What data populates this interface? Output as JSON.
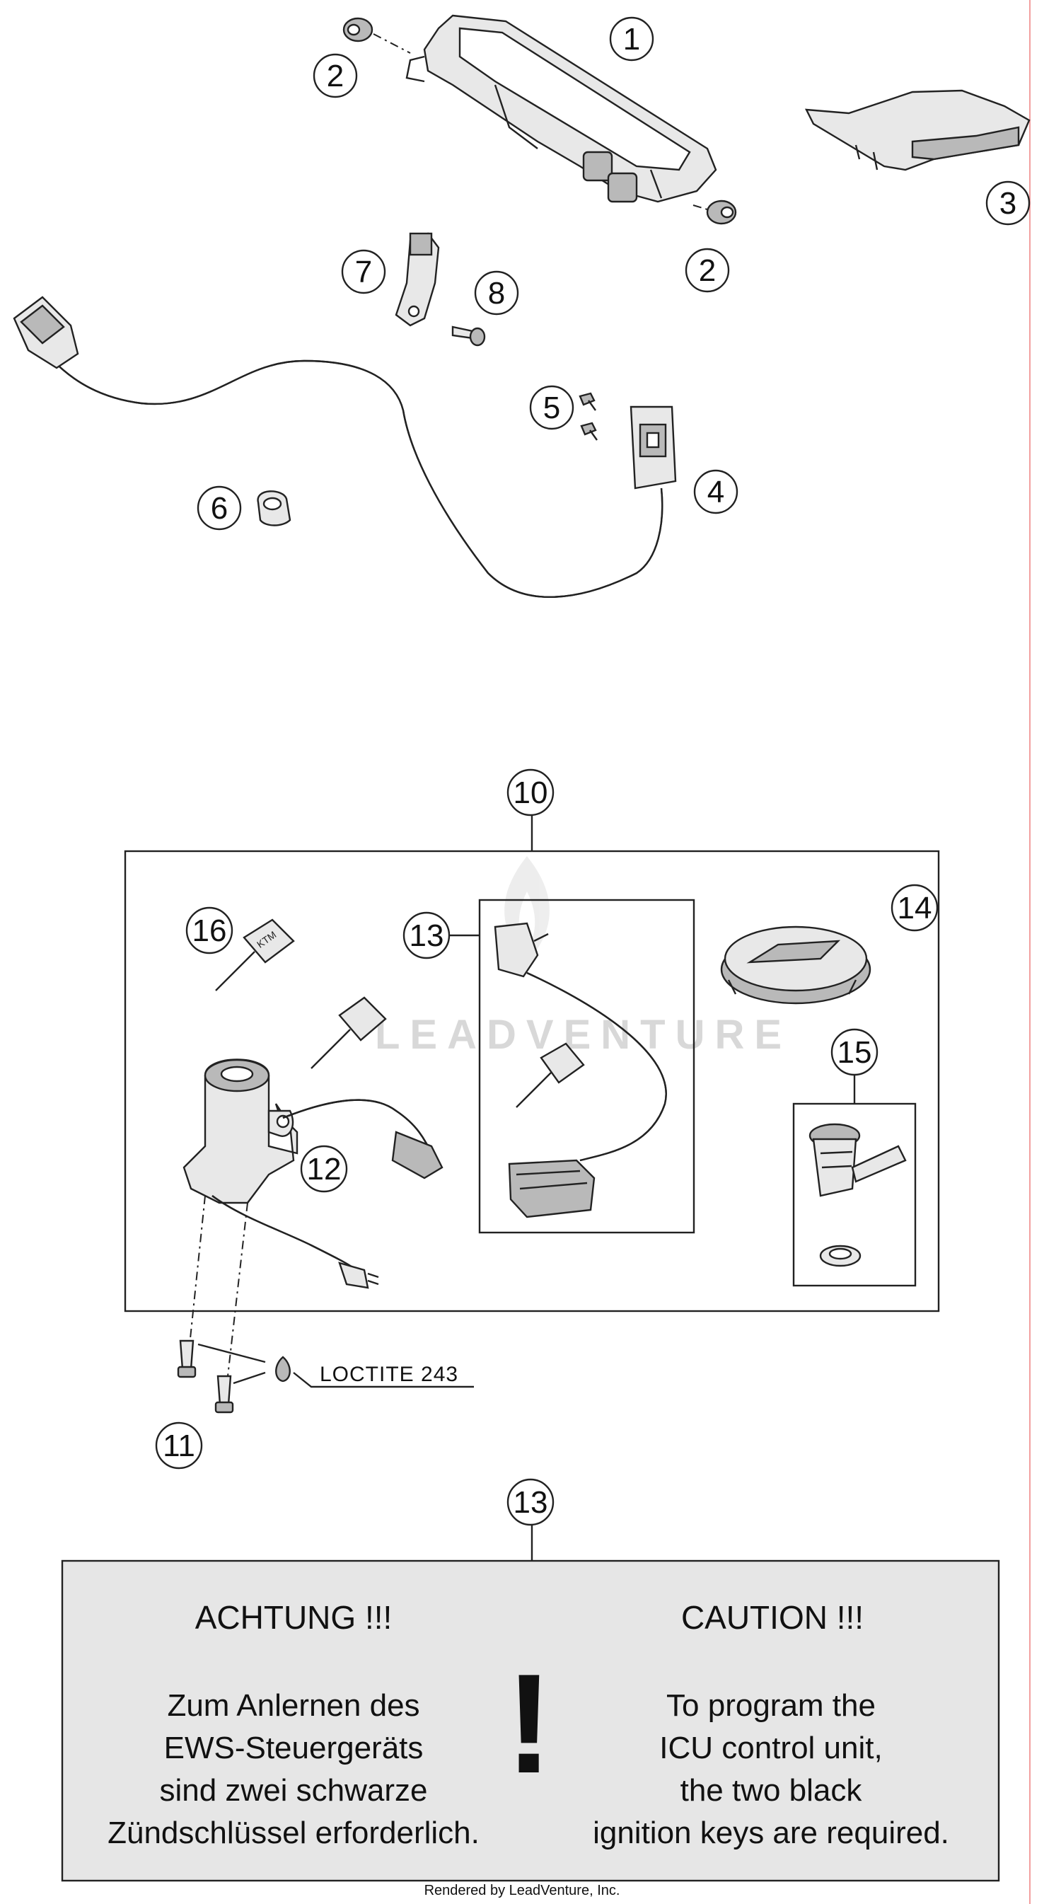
{
  "callouts": [
    "1",
    "2",
    "2",
    "3",
    "4",
    "5",
    "6",
    "7",
    "8",
    "10",
    "11",
    "12",
    "13",
    "14",
    "15",
    "16",
    "13"
  ],
  "loctite_label": "LOCTITE 243",
  "watermark": "LEADVENTURE",
  "notice": {
    "de_title": "ACHTUNG !!!",
    "de_lines": [
      "Zum Anlernen des",
      "EWS-Steuergeräts",
      "sind zwei schwarze",
      "Zündschlüssel erforderlich."
    ],
    "en_title": "CAUTION !!!",
    "en_lines": [
      "To program the",
      "ICU control unit,",
      "the two black",
      "ignition keys are required."
    ],
    "symbol": "!"
  },
  "footer": "Rendered by LeadVenture, Inc.",
  "colors": {
    "margin_line": "#f2a0a0",
    "notice_bg": "#e6e6e6",
    "ink": "#222222"
  }
}
